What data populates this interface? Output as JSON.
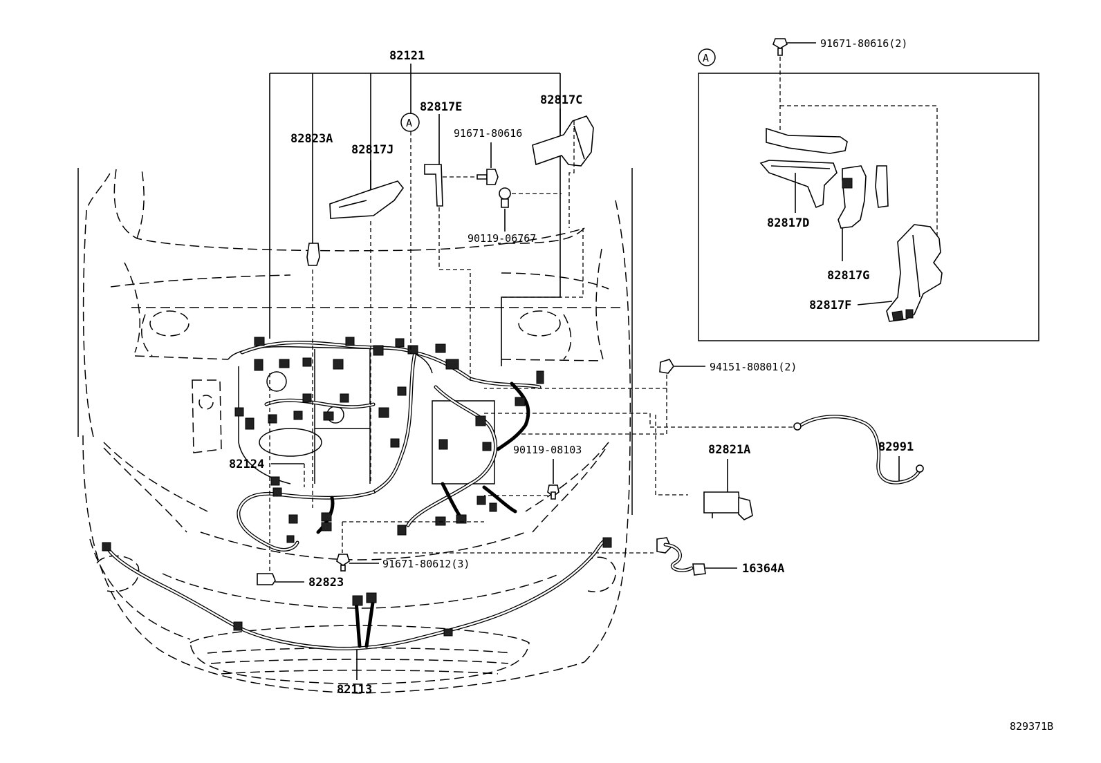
{
  "diagram": {
    "reference_code": "829371B",
    "callout_marker": "A",
    "detail_marker": "A",
    "labels": {
      "p82121": "82121",
      "p82817E": "82817E",
      "p82817C": "82817C",
      "p82823A": "82823A",
      "p82817J": "82817J",
      "p91671_80616": "91671-80616",
      "p90119_06767": "90119-06767",
      "p91671_80616_2": "91671-80616(2)",
      "p82817D": "82817D",
      "p82817G": "82817G",
      "p82817F": "82817F",
      "p94151_80801_2": "94151-80801(2)",
      "p82821A": "82821A",
      "p82991": "82991",
      "p90119_08103": "90119-08103",
      "p82124": "82124",
      "p91671_80612_3": "91671-80612(3)",
      "p82823": "82823",
      "p16364A": "16364A",
      "p82113": "82113"
    }
  }
}
